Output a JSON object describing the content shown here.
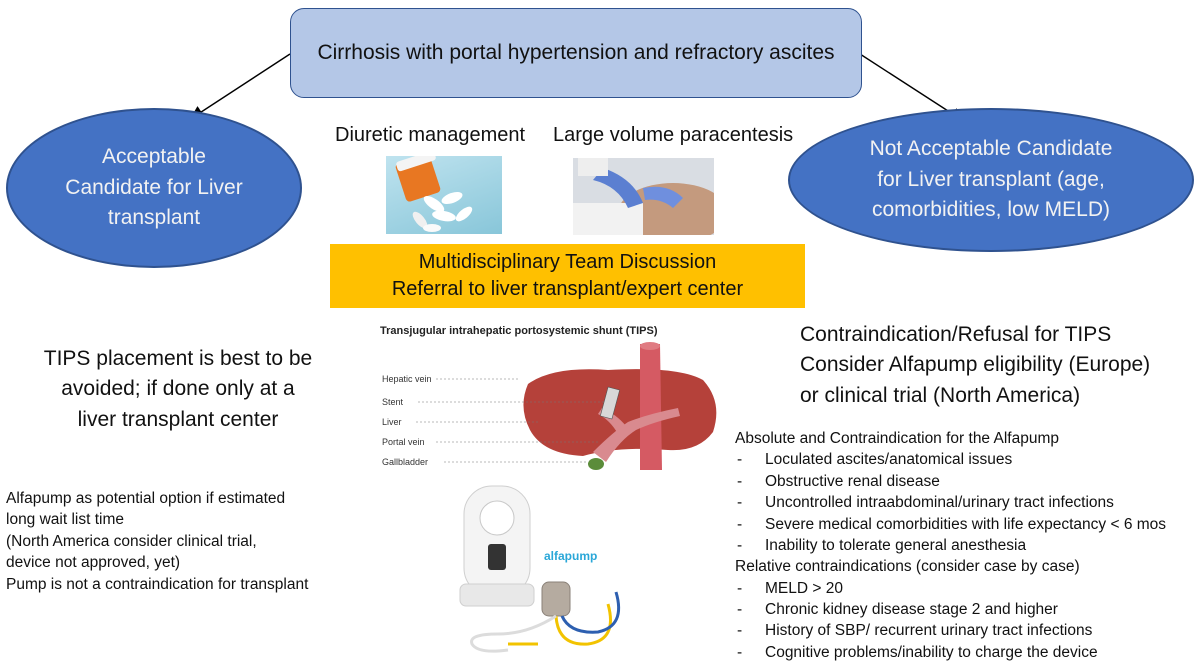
{
  "top_box": "Cirrhosis with portal hypertension and refractory ascites",
  "left_candidate": {
    "lines": [
      "Acceptable",
      "Candidate  for Liver",
      "transplant"
    ]
  },
  "right_candidate": {
    "lines": [
      "Not Acceptable Candidate",
      "for Liver transplant (age,",
      "comorbidities,  low MELD)"
    ]
  },
  "diuretic_label": "Diuretic management",
  "paracentesis_label": "Large volume paracentesis",
  "mdt": {
    "line1": "Multidisciplinary Team Discussion",
    "line2": "Referral to liver transplant/expert center"
  },
  "tips_left": {
    "lines": [
      "TIPS placement is best to be",
      "avoided; if done only at a",
      "liver transplant center"
    ]
  },
  "tips_right": {
    "lines": [
      "Contraindication/Refusal for TIPS",
      "Consider Alfapump eligibility (Europe)",
      "or clinical trial (North America)"
    ]
  },
  "alfapump_left": {
    "lines": [
      "Alfapump as potential option if estimated",
      "long wait list time",
      "(North America consider clinical trial,",
      "device not approved, yet)",
      "Pump is not a contraindication for transplant"
    ]
  },
  "contraindications": {
    "absolute_title": "Absolute and Contraindication for the Alfapump",
    "absolute_items": [
      "Loculated ascites/anatomical issues",
      "Obstructive renal disease",
      "Uncontrolled intraabdominal/urinary tract infections",
      "Severe medical comorbidities with life  expectancy < 6 mos",
      "Inability to tolerate general anesthesia"
    ],
    "relative_title": "Relative contraindications (consider case by case)",
    "relative_items": [
      "MELD > 20",
      "Chronic kidney disease  stage 2 and higher",
      "History of SBP/ recurrent urinary tract infections",
      "Cognitive problems/inability to charge the device"
    ]
  },
  "tips_figure": {
    "title": "Transjugular intrahepatic portosystemic shunt (TIPS)",
    "labels": [
      "Hepatic vein",
      "Stent",
      "Liver",
      "Portal vein",
      "Gallbladder"
    ]
  },
  "pump_figure": {
    "brand": "alfapump"
  },
  "colors": {
    "top_box": "#b4c7e7",
    "ellipse": "#4472c4",
    "mdt": "#ffc000"
  }
}
